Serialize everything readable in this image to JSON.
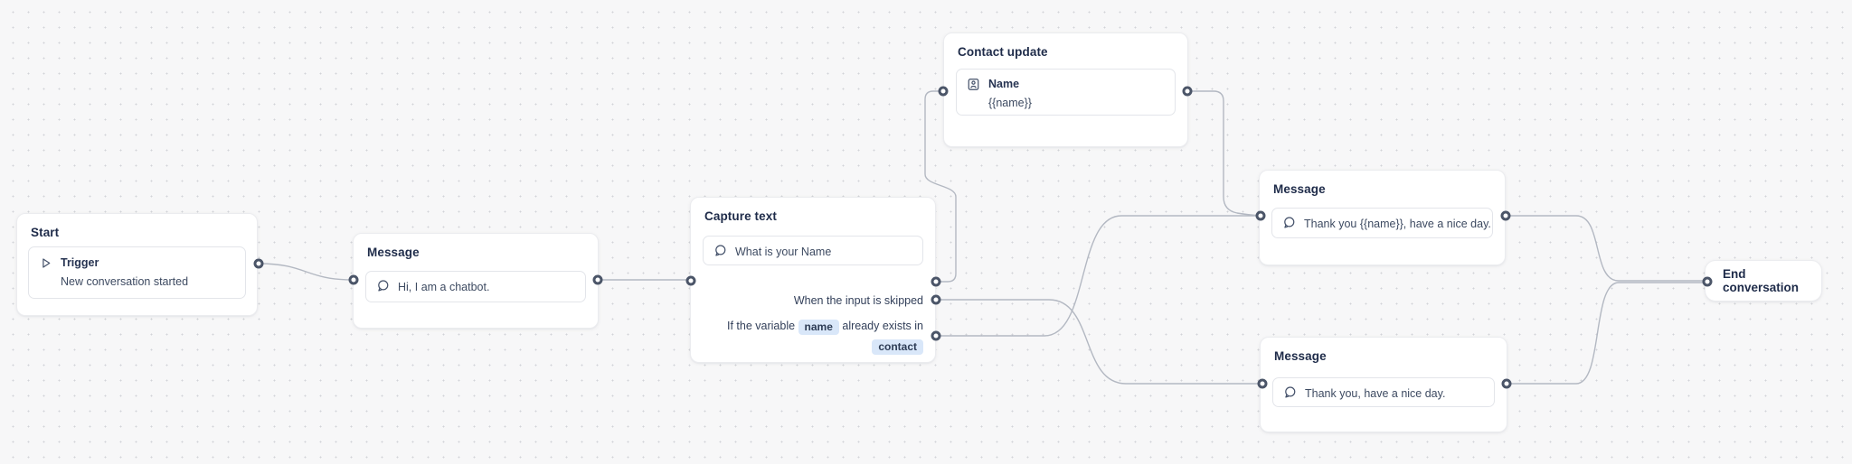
{
  "canvas": {
    "background": "#f7f7f8",
    "dot_color": "#d2d3d8",
    "wire_color": "#b3b8c2",
    "port_color": "#4b5568",
    "badge_bg": "#d9e7f9"
  },
  "nodes": {
    "start": {
      "title": "Start",
      "trigger_label": "Trigger",
      "trigger_description": "New conversation started"
    },
    "message_intro": {
      "title": "Message",
      "text": "Hi, I am a chatbot."
    },
    "capture_text": {
      "title": "Capture text",
      "prompt": "What is your Name",
      "skipped_label": "When the input is skipped",
      "exists_prefix": "If the variable",
      "exists_variable": "name",
      "exists_suffix": "already exists in",
      "exists_scope": "contact"
    },
    "contact_update": {
      "title": "Contact update",
      "field_label": "Name",
      "field_value": "{{name}}"
    },
    "message_thanks_name": {
      "title": "Message",
      "text": "Thank you {{name}}, have a nice day."
    },
    "message_thanks": {
      "title": "Message",
      "text": "Thank you, have a nice day."
    },
    "end": {
      "title": "End conversation"
    }
  }
}
